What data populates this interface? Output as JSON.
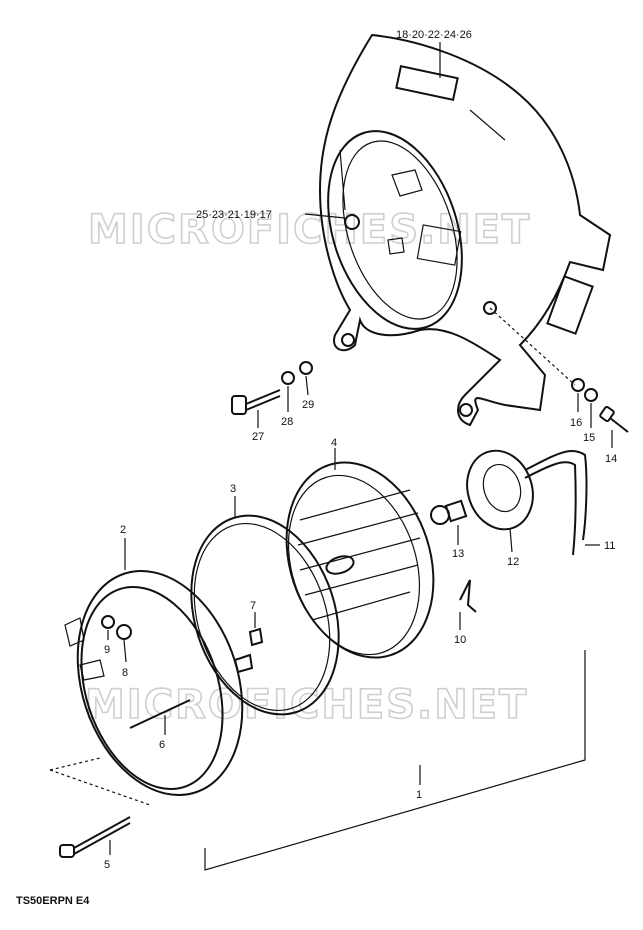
{
  "diagram": {
    "drawing_code": "TS50ERPN E4",
    "watermarks": [
      "MICROFICHES.NET",
      "MICROFICHES.NET"
    ],
    "parts": [
      {
        "id": "p18",
        "label": "18·20·22·24·26"
      },
      {
        "id": "p25",
        "label": "25·23·21·19·17"
      },
      {
        "id": "p27",
        "label": "27"
      },
      {
        "id": "p28",
        "label": "28"
      },
      {
        "id": "p29",
        "label": "29"
      },
      {
        "id": "p16",
        "label": "16"
      },
      {
        "id": "p15",
        "label": "15"
      },
      {
        "id": "p14",
        "label": "14"
      },
      {
        "id": "p4",
        "label": "4"
      },
      {
        "id": "p3",
        "label": "3"
      },
      {
        "id": "p2",
        "label": "2"
      },
      {
        "id": "p13",
        "label": "13"
      },
      {
        "id": "p12",
        "label": "12"
      },
      {
        "id": "p11",
        "label": "11"
      },
      {
        "id": "p10",
        "label": "10"
      },
      {
        "id": "p7",
        "label": "7"
      },
      {
        "id": "p9",
        "label": "9"
      },
      {
        "id": "p8",
        "label": "8"
      },
      {
        "id": "p6",
        "label": "6"
      },
      {
        "id": "p5",
        "label": "5"
      },
      {
        "id": "p1",
        "label": "1"
      }
    ]
  }
}
